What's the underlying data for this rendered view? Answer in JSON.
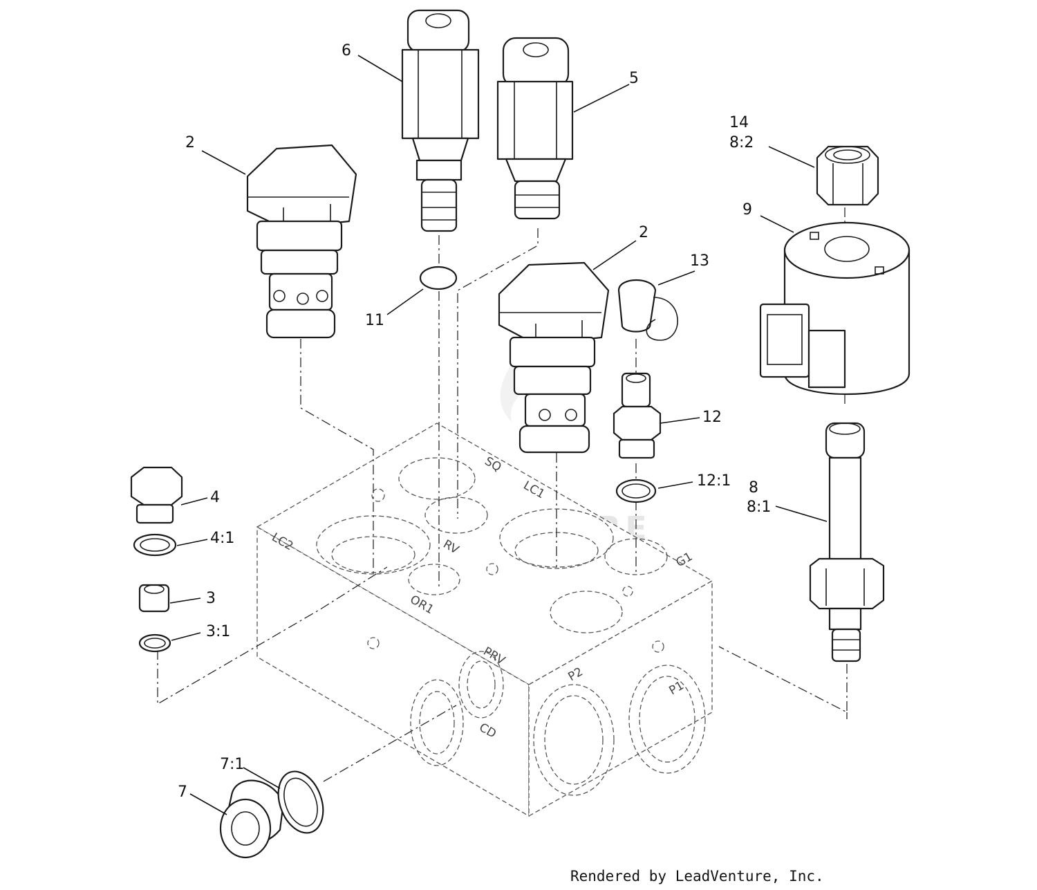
{
  "callouts": {
    "c6": "6",
    "c5": "5",
    "c2a": "2",
    "c2b": "2",
    "c14": "14",
    "c8_2": "8:2",
    "c9": "9",
    "c13": "13",
    "c11": "11",
    "c12": "12",
    "c12_1": "12:1",
    "c4": "4",
    "c4_1": "4:1",
    "c8": "8",
    "c8_1": "8:1",
    "c3": "3",
    "c3_1": "3:1",
    "c7_1": "7:1",
    "c7": "7"
  },
  "ports": {
    "lc2": "LC2",
    "sq": "SQ",
    "lc1": "LC1",
    "rv": "RV",
    "or1": "OR1",
    "g1": "G1",
    "prv": "PRV",
    "cd": "CD",
    "p2": "P2",
    "p1": "P1"
  },
  "watermark": "LEADVENTURE",
  "credit": "Rendered by LeadVenture, Inc."
}
